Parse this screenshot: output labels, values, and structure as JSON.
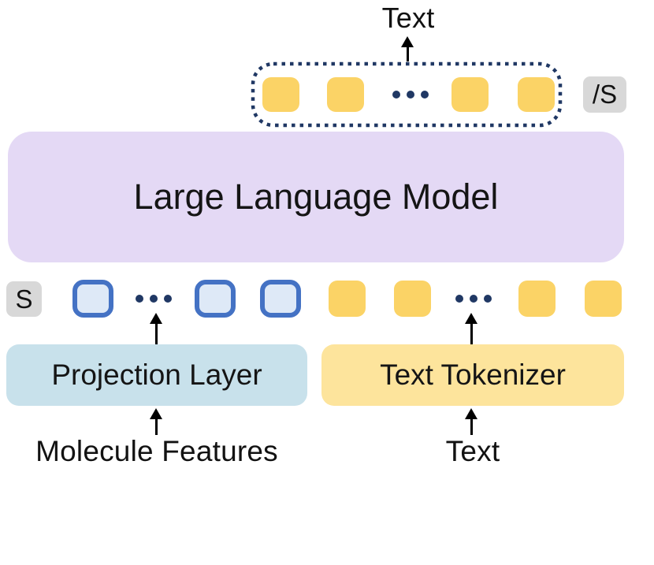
{
  "diagram": {
    "labels": {
      "output_text": "Text",
      "end_of_sequence": "/S",
      "llm": "Large Language Model",
      "start_of_sequence": "S",
      "projection_layer": "Projection Layer",
      "text_tokenizer": "Text Tokenizer",
      "molecule_features": "Molecule Features",
      "input_text": "Text"
    },
    "colors": {
      "token-yellow": "#FBD366",
      "token-blue-fill": "#DEE9F7",
      "token-blue-border": "#4472C4",
      "llm-box": "#E4D9F5",
      "projection-box": "#C8E1EB",
      "tokenizer-box": "#FDE49C",
      "special-token-bg": "#D8D8D8",
      "navy": "#203864",
      "arrow": "#000000"
    },
    "token_rows": {
      "output_sequence": {
        "token_type": "text-token",
        "pattern": [
          "token",
          "token",
          "ellipsis",
          "token",
          "token"
        ]
      },
      "input_molecule_sequence": {
        "token_type": "molecule-token",
        "pattern": [
          "token",
          "ellipsis",
          "token",
          "token"
        ]
      },
      "input_text_sequence": {
        "token_type": "text-token",
        "pattern": [
          "token",
          "token",
          "ellipsis",
          "token",
          "token"
        ]
      }
    }
  }
}
